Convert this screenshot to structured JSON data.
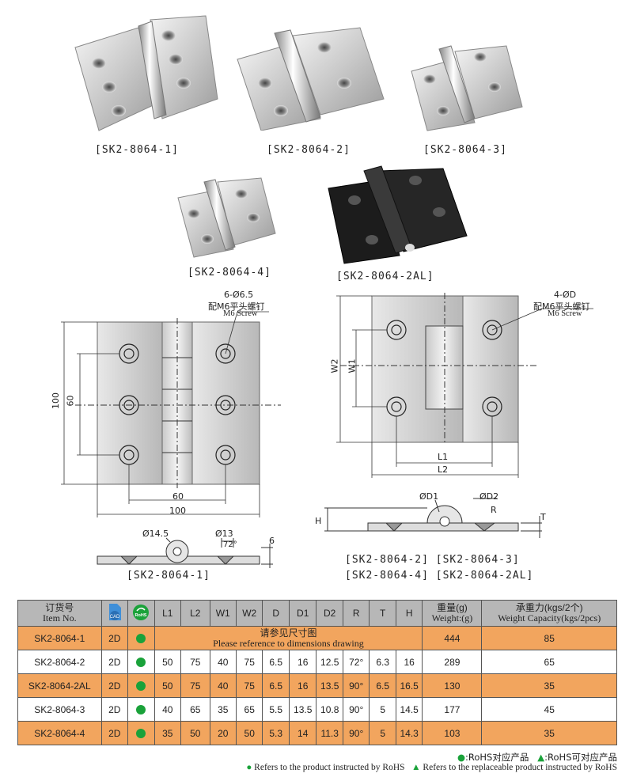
{
  "products": [
    {
      "caption": "[SK2-8064-1]"
    },
    {
      "caption": "[SK2-8064-2]"
    },
    {
      "caption": "[SK2-8064-3]"
    },
    {
      "caption": "[SK2-8064-4]"
    },
    {
      "caption": "[SK2-8064-2AL]"
    }
  ],
  "drawing1": {
    "hole_note": "6-Ø6.5",
    "screw_cn": "配M6平头螺钉",
    "screw_en": "M6 Screw",
    "dim_height": "100",
    "dim_hole_span_v": "60",
    "dim_hole_span_h": "60",
    "dim_width": "100",
    "side_d1": "Ø14.5",
    "side_d2": "Ø13",
    "side_angle": "72°",
    "side_t": "6",
    "caption": "[SK2-8064-1]"
  },
  "drawing2": {
    "hole_note": "4-ØD",
    "screw_cn": "配M6平头螺钉",
    "screw_en": "M6 Screw",
    "dim_w2": "W2",
    "dim_w1": "W1",
    "dim_l1": "L1",
    "dim_l2": "L2",
    "side_d1": "ØD1",
    "side_d2": "ØD2",
    "side_r": "R",
    "side_h": "H",
    "side_t": "T",
    "caption_line1": "[SK2-8064-2] [SK2-8064-3]",
    "caption_line2": "[SK2-8064-4] [SK2-8064-2AL]"
  },
  "table": {
    "header": {
      "item_cn": "订货号",
      "item_en": "Item No.",
      "cad_icon_label": "CAD",
      "rohs_icon_label": "RoHS",
      "cols": [
        "L1",
        "L2",
        "W1",
        "W2",
        "D",
        "D1",
        "D2",
        "R",
        "T",
        "H"
      ],
      "weight_cn": "重量(g)",
      "weight_en": "Weight:(g)",
      "capacity_cn": "承重力(kgs/2个)",
      "capacity_en": "Weight Capacity(kgs/2pcs)"
    },
    "rows": [
      {
        "item": "SK2-8064-1",
        "cad": "2D",
        "note_cn": "请参见尺寸图",
        "note_en": "Please reference to dimensions drawing",
        "weight": "444",
        "capacity": "85",
        "style": "orange"
      },
      {
        "item": "SK2-8064-2",
        "cad": "2D",
        "vals": [
          "50",
          "75",
          "40",
          "75",
          "6.5",
          "16",
          "12.5",
          "72°",
          "6.3",
          "16"
        ],
        "weight": "289",
        "capacity": "65",
        "style": "white"
      },
      {
        "item": "SK2-8064-2AL",
        "cad": "2D",
        "vals": [
          "50",
          "75",
          "40",
          "75",
          "6.5",
          "16",
          "13.5",
          "90°",
          "6.5",
          "16.5"
        ],
        "weight": "130",
        "capacity": "35",
        "style": "orange"
      },
      {
        "item": "SK2-8064-3",
        "cad": "2D",
        "vals": [
          "40",
          "65",
          "35",
          "65",
          "5.5",
          "13.5",
          "10.8",
          "90°",
          "5",
          "14.5"
        ],
        "weight": "177",
        "capacity": "45",
        "style": "white"
      },
      {
        "item": "SK2-8064-4",
        "cad": "2D",
        "vals": [
          "35",
          "50",
          "20",
          "50",
          "5.3",
          "14",
          "11.3",
          "90°",
          "5",
          "14.3"
        ],
        "weight": "103",
        "capacity": "35",
        "style": "orange"
      }
    ]
  },
  "legend": {
    "cn_dot": ":RoHS对应产品",
    "cn_tri": ":RoHS可对应产品",
    "en_dot": "Refers to the product instructed by RoHS",
    "en_tri": "Refers to the replaceable product instructed by RoHS"
  },
  "colors": {
    "accent_green": "#1aa23a",
    "row_orange": "#f2a55e",
    "header_gray": "#b7b7b7"
  }
}
